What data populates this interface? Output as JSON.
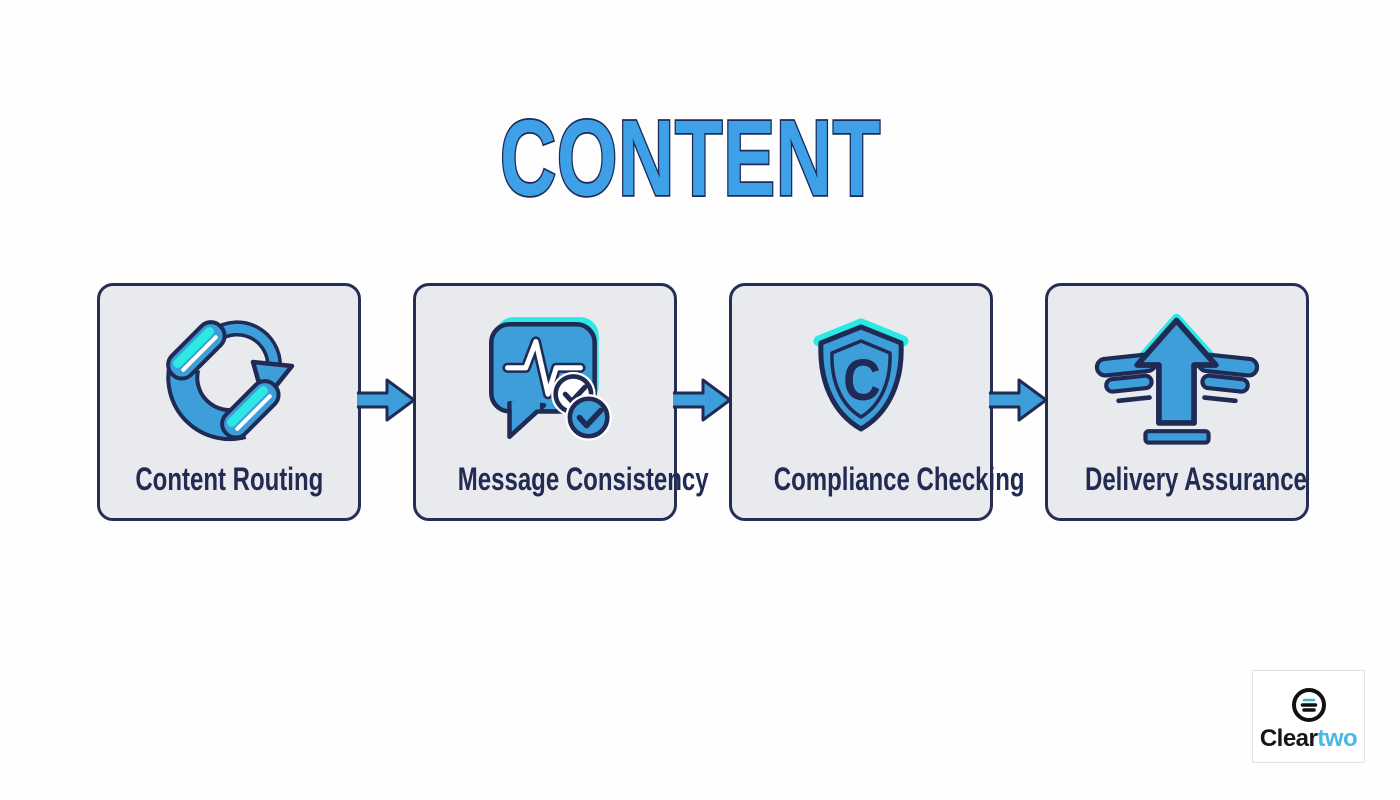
{
  "title": "CONTENT",
  "cards": [
    {
      "label": "Content Routing",
      "icon": "phone-routing-icon"
    },
    {
      "label": "Message Consistency",
      "icon": "message-pulse-icon"
    },
    {
      "label": "Compliance Checking",
      "icon": "shield-compliance-icon",
      "badge": "C"
    },
    {
      "label": "Delivery Assurance",
      "icon": "winged-arrow-icon"
    }
  ],
  "flow": {
    "connector_icon": "arrow-right-icon",
    "connector_count": 3
  },
  "logo": {
    "text_primary": "Clear",
    "text_secondary": "two",
    "mark_icon": "cleartwo-mark-icon"
  },
  "colors": {
    "title_blue": "#3EA1E8",
    "icon_blue": "#3D9EDA",
    "accent_cyan": "#2CE9E4",
    "outline_navy": "#1F2A55",
    "card_background": "#E8EAEE",
    "card_border": "#272E55",
    "label_navy": "#232B52",
    "logo_blue": "#48B8E9"
  }
}
